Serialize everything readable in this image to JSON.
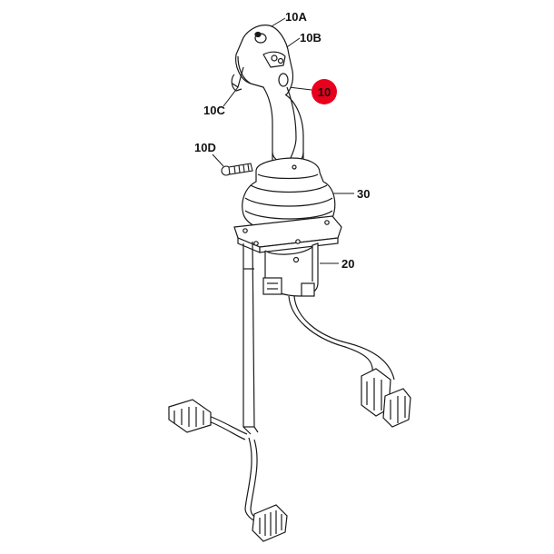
{
  "colors": {
    "line": "#1a1a1a",
    "highlight": "#e8001c",
    "background": "#ffffff"
  },
  "callouts": {
    "c_10a": "10A",
    "c_10b": "10B",
    "c_10": "10",
    "c_10c": "10C",
    "c_10d": "10D",
    "c_30": "30",
    "c_20": "20"
  },
  "highlighted_callout": "10"
}
